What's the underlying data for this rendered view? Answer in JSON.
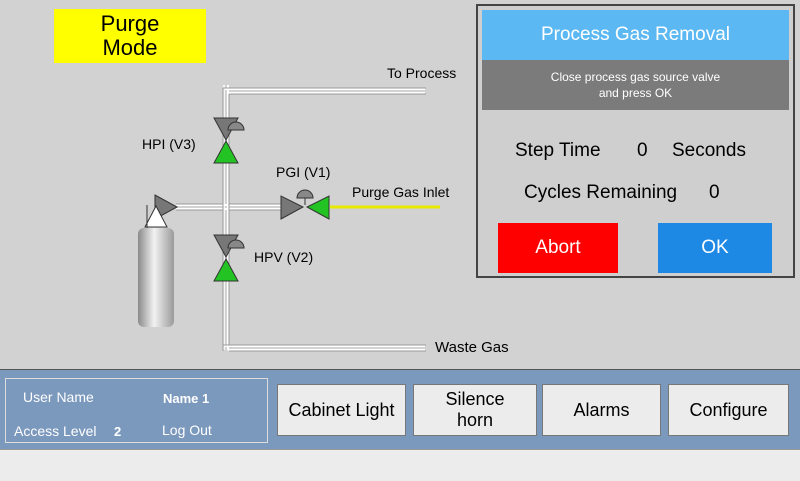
{
  "mode": {
    "line1": "Purge",
    "line2": "Mode"
  },
  "schematic": {
    "to_process": "To Process",
    "hpi": "HPI (V3)",
    "pgi": "PGI (V1)",
    "purge_gas_inlet": "Purge Gas Inlet",
    "hpv": "HPV (V2)",
    "waste_gas": "Waste Gas",
    "purge_line_color": "#e8e800",
    "valve_open_color": "#22c322"
  },
  "dialog": {
    "title": "Process Gas Removal",
    "message_line1": "Close process gas source valve",
    "message_line2": "and press OK",
    "step_time_label": "Step Time",
    "step_time_value": "0",
    "step_time_unit": "Seconds",
    "cycles_label": "Cycles Remaining",
    "cycles_value": "0",
    "abort_label": "Abort",
    "ok_label": "OK",
    "abort_color": "#ff0000",
    "ok_color": "#1e88e5",
    "title_color": "#5cb8f2"
  },
  "user": {
    "user_name_label": "User Name",
    "user_name_value": "Name 1",
    "access_level_label": "Access Level",
    "access_level_value": "2",
    "logout_label": "Log Out"
  },
  "nav": {
    "cabinet_light": "Cabinet Light",
    "silence_horn_line1": "Silence",
    "silence_horn_line2": "horn",
    "alarms": "Alarms",
    "configure": "Configure"
  }
}
